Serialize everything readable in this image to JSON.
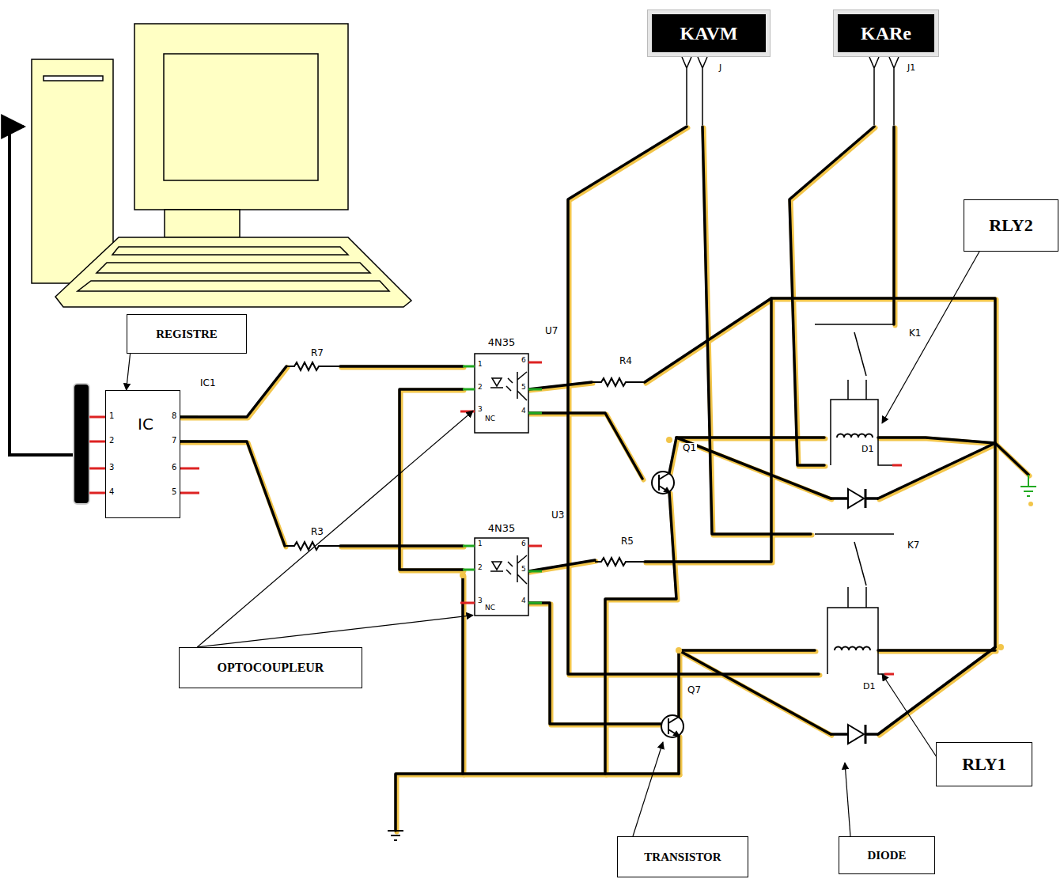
{
  "diagram": {
    "nodes": [
      {
        "text": [
          "KAVM"
        ]
      },
      {
        "text": [
          "KARe"
        ]
      },
      {
        "text": [
          "RLY2"
        ]
      },
      {
        "text": [
          "REGISTRE"
        ]
      },
      {
        "text": [
          "IC"
        ]
      },
      {
        "text": [
          "4N35"
        ]
      },
      {
        "text": [
          "4N35"
        ]
      },
      {
        "text": [
          "OPTOCOUPLEUR"
        ]
      },
      {
        "text": [
          "RLY1"
        ]
      },
      {
        "text": [
          "TRANSISTOR"
        ]
      },
      {
        "text": [
          "DIODE"
        ]
      }
    ],
    "edges": [
      {
        "from": 3,
        "to": 4,
        "arrow": "to"
      },
      {
        "from": 7,
        "to": 5,
        "arrow": "to"
      },
      {
        "from": 7,
        "to": 6,
        "arrow": "to"
      }
    ],
    "labels": [
      "IC1",
      "R7",
      "R3",
      "U7",
      "U3",
      "R4",
      "R5",
      "Q1",
      "Q7",
      "K1",
      "K7",
      "D1",
      "D1",
      "J",
      "J1",
      "1",
      "2",
      "3",
      "4",
      "8",
      "7",
      "6",
      "5",
      "1",
      "2",
      "3",
      "NC",
      "6",
      "5",
      "4",
      "1",
      "2",
      "3",
      "NC",
      "6",
      "5",
      "4"
    ]
  }
}
